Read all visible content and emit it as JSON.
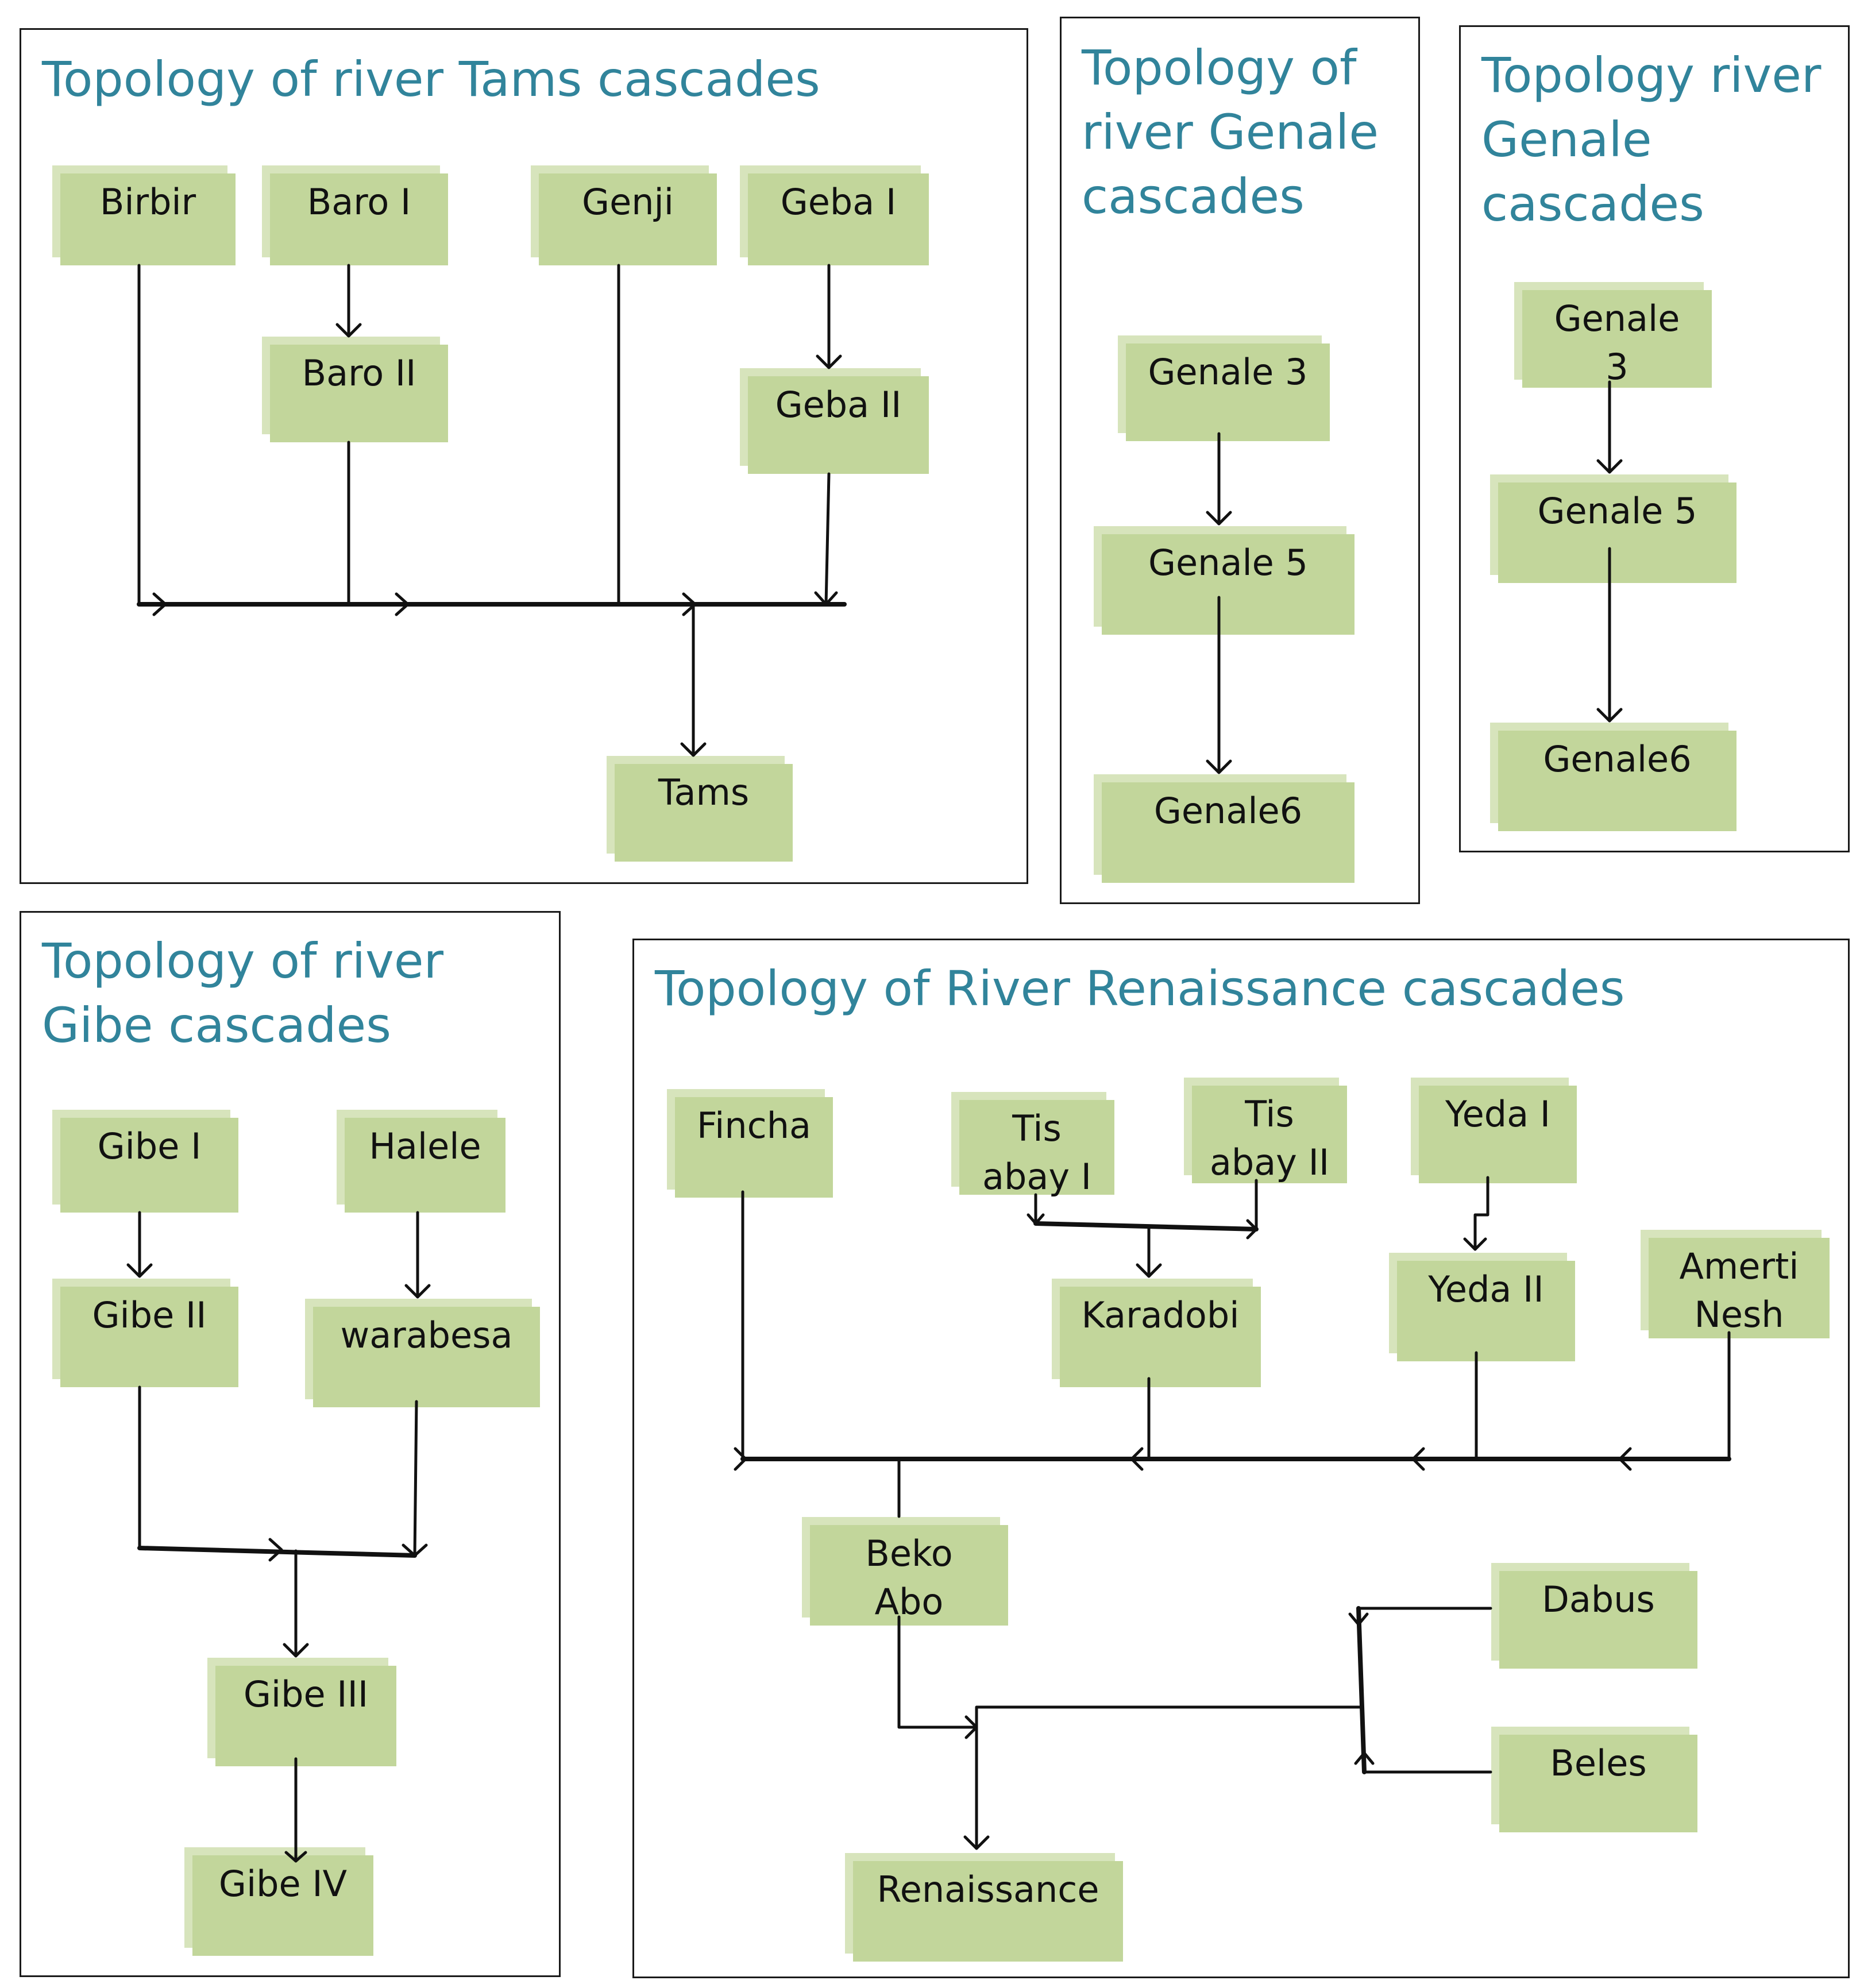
{
  "panels": {
    "tams": {
      "title": "Topology of river Tams cascades"
    },
    "genale_a": {
      "title": "Topology of\nriver Genale\ncascades"
    },
    "genale_b": {
      "title": "Topology river\nGenale\ncascades"
    },
    "gibe": {
      "title": "Topology of river\nGibe cascades"
    },
    "renaissance": {
      "title": "Topology of River Renaissance cascades"
    }
  },
  "nodes": {
    "birbir": "Birbir",
    "baro1": "Baro I",
    "baro2": "Baro II",
    "genji": "Genji",
    "geba1": "Geba I",
    "geba2": "Geba II",
    "tams": "Tams",
    "ga_genale3": "Genale 3",
    "ga_genale5": "Genale 5",
    "ga_genale6": "Genale6",
    "gb_genale3": "Genale\n3",
    "gb_genale5": "Genale 5",
    "gb_genale6": "Genale6",
    "gibe1": "Gibe I",
    "halele": "Halele",
    "gibe2": "Gibe II",
    "warabesa": "warabesa",
    "gibe3": "Gibe III",
    "gibe4": "Gibe IV",
    "fincha": "Fincha",
    "tisabay1": "Tis\nabay I",
    "tisabay2": "Tis\nabay II",
    "yeda1": "Yeda I",
    "yeda2": "Yeda II",
    "karadobi": "Karadobi",
    "amerti": "Amerti\nNesh",
    "bekoabo": "Beko\nAbo",
    "dabus": "Dabus",
    "beles": "Beles",
    "renaissance": "Renaissance"
  }
}
